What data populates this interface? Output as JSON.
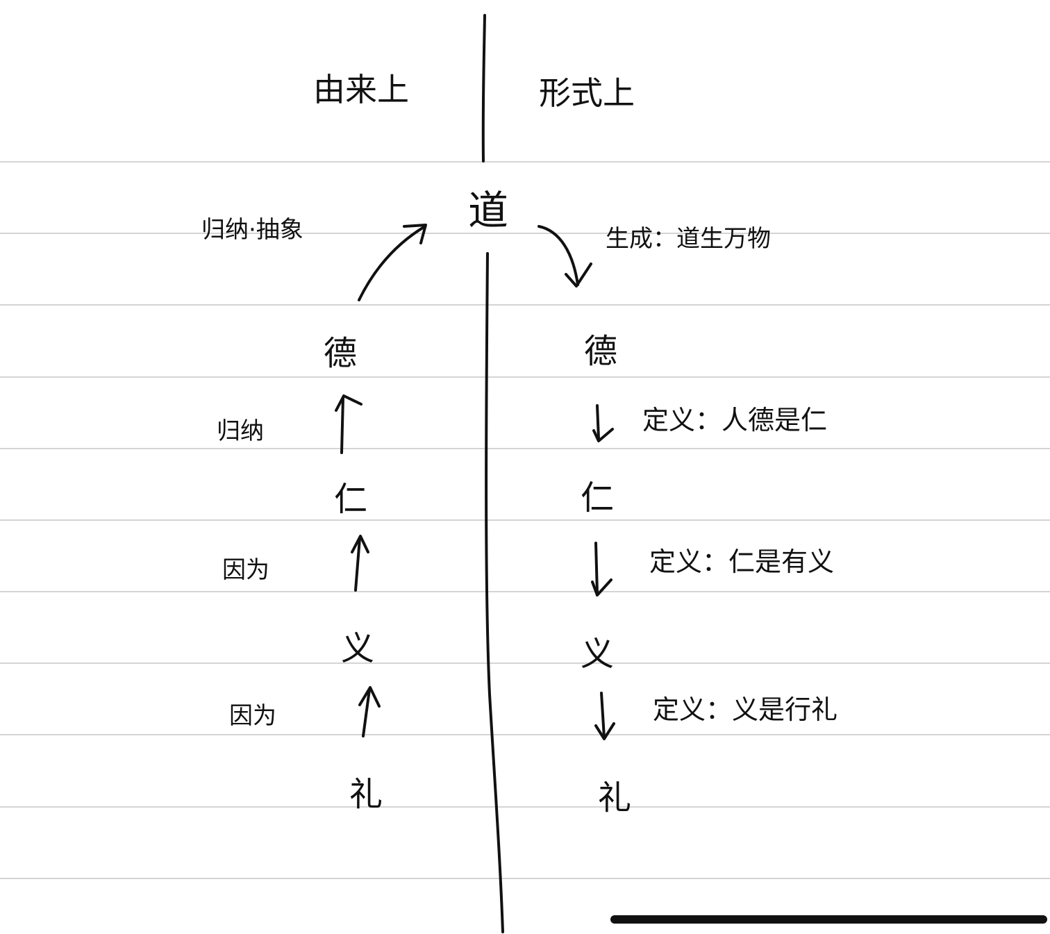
{
  "headers": {
    "left": "由来上",
    "right": "形式上"
  },
  "top_node": "道",
  "left_column": {
    "top_annotation": "归纳·抽象",
    "nodes": [
      "德",
      "仁",
      "义",
      "礼"
    ],
    "edge_labels": [
      "归纳",
      "因为",
      "因为"
    ]
  },
  "right_column": {
    "top_annotation": "生成：道生万物",
    "nodes": [
      "德",
      "仁",
      "义",
      "礼"
    ],
    "edge_labels": [
      "定义：人德是仁",
      "定义：仁是有义",
      "定义：义是行礼"
    ]
  },
  "colors": {
    "ink": "#111111",
    "ruled_line": "#d4d4d4",
    "paper": "#ffffff"
  }
}
